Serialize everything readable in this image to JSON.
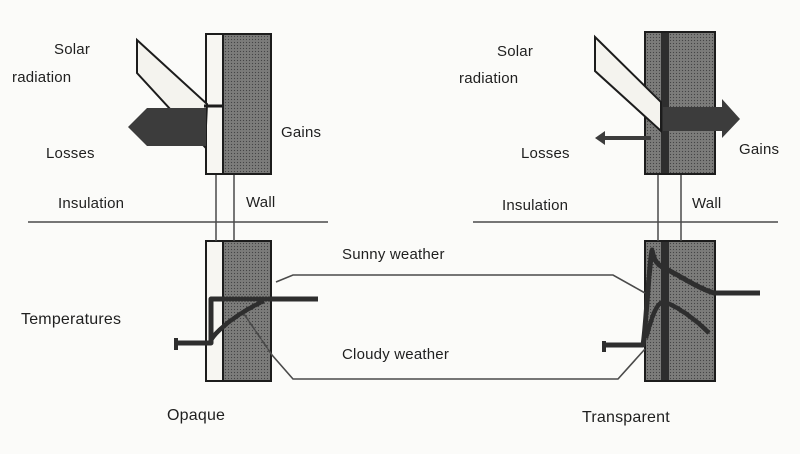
{
  "figure": {
    "temperatures_label": "Temperatures",
    "weather": {
      "sunny": "Sunny weather",
      "cloudy": "Cloudy weather"
    },
    "left_panel": {
      "solar_word": "Solar",
      "radiation_word": "radiation",
      "losses": "Losses",
      "gains": "Gains",
      "insulation": "Insulation",
      "wall": "Wall",
      "caption": "Opaque"
    },
    "right_panel": {
      "solar_word": "Solar",
      "radiation_word": "radiation",
      "losses": "Losses",
      "gains": "Gains",
      "insulation": "Insulation",
      "wall": "Wall",
      "caption": "Transparent"
    }
  },
  "colors": {
    "background": "#fbfbf9",
    "ink": "#1c1c1c",
    "text": "#1f1f1f",
    "wall_fill": "#adadab",
    "wall_dot": "#454545",
    "absorber": "#2e2e2e",
    "arrow_dark": "#3c3c3c",
    "beam_fill": "#f4f3ee",
    "curve": "#2e2e2e",
    "leader": "#4a4a4a",
    "insulation_white": "#f7f6f2"
  }
}
